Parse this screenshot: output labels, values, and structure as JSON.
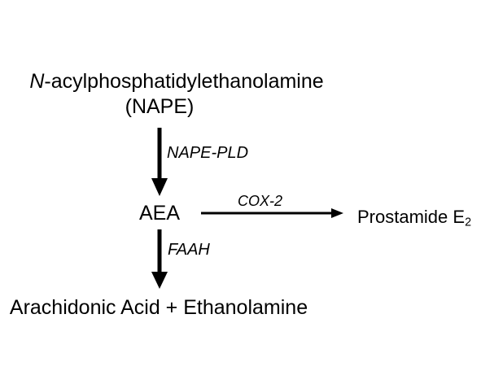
{
  "nodes": {
    "nape": {
      "prefix": "N",
      "name": "-acylphosphatidylethanolamine",
      "abbrev": "(NAPE)"
    },
    "aea": {
      "label": "AEA"
    },
    "prostamide": {
      "label": "Prostamide E",
      "subscript": "2"
    },
    "products": {
      "label": "Arachidonic Acid + Ethanolamine"
    }
  },
  "enzymes": {
    "nape_pld": "NAPE-PLD",
    "cox2": "COX-2",
    "faah": "FAAH"
  },
  "colors": {
    "text": "#000000",
    "arrow": "#000000",
    "background": "#ffffff"
  }
}
